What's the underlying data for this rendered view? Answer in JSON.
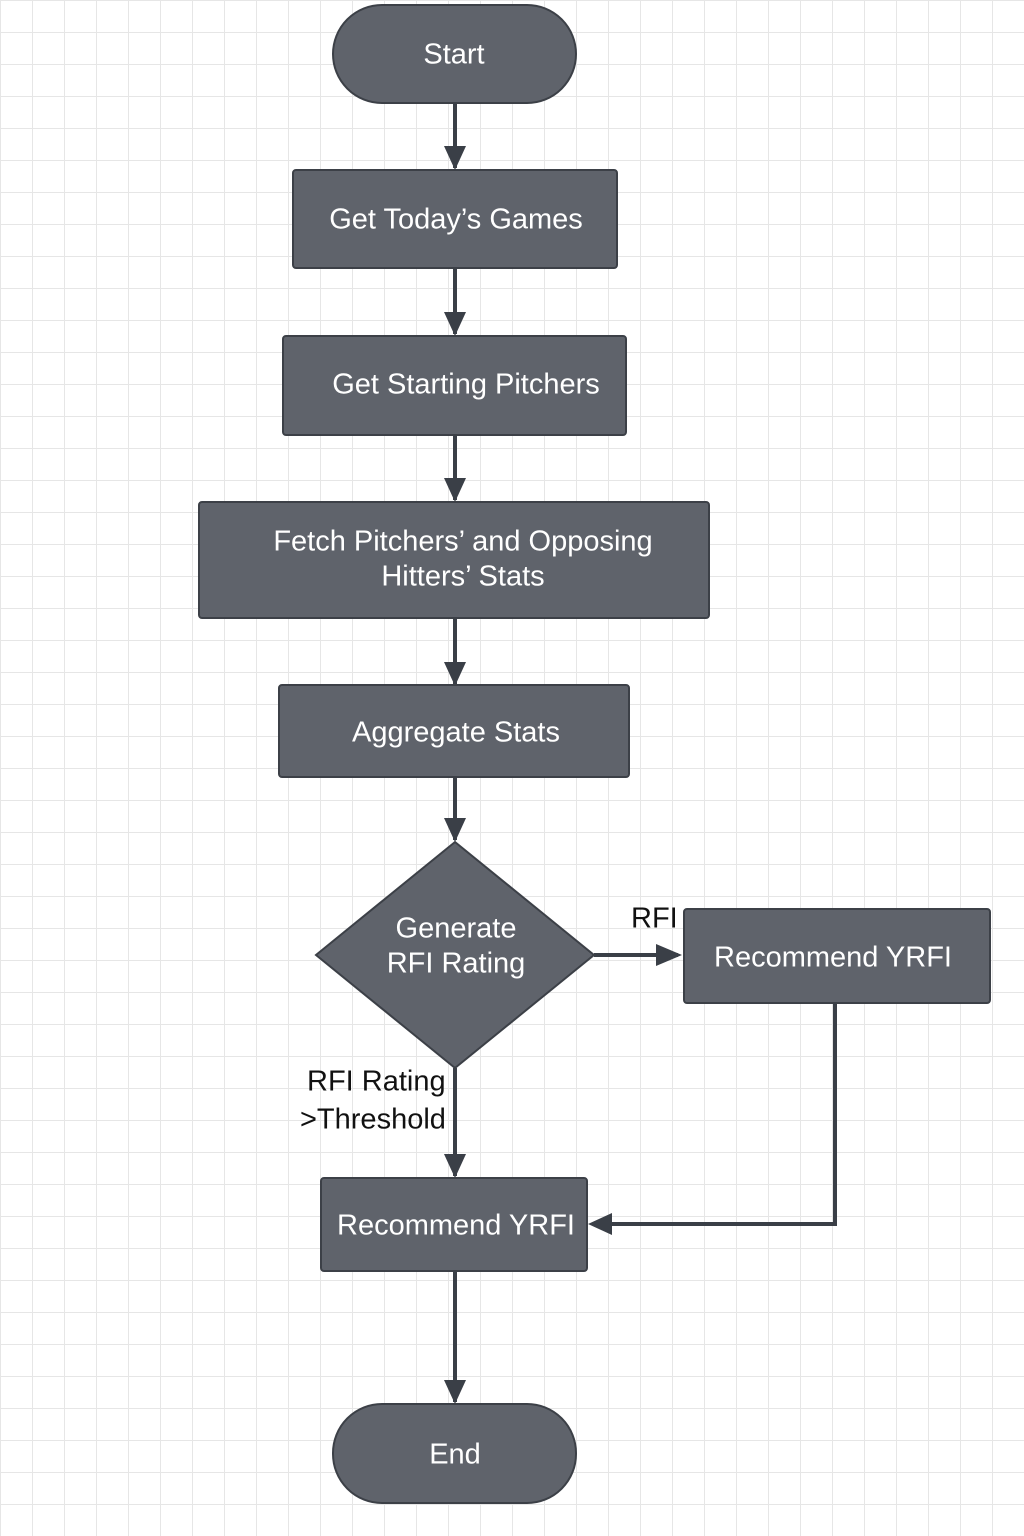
{
  "diagram": {
    "nodes": {
      "start": "Start",
      "get_games": "Get Today’s Games",
      "get_pitchers": "Get Starting Pitchers",
      "fetch_stats_line1": "Fetch Pitchers’ and Opposing",
      "fetch_stats_line2": "Hitters’ Stats",
      "aggregate": "Aggregate Stats",
      "decision_line1": "Generate",
      "decision_line2": "RFI Rating",
      "recommend_right": "Recommend YRFI",
      "recommend_bottom": "Recommend YRFI",
      "end": "End"
    },
    "edge_labels": {
      "right_branch": "RFI",
      "down_branch_line1": "RFI Rating",
      "down_branch_line2": ">Threshold"
    }
  }
}
